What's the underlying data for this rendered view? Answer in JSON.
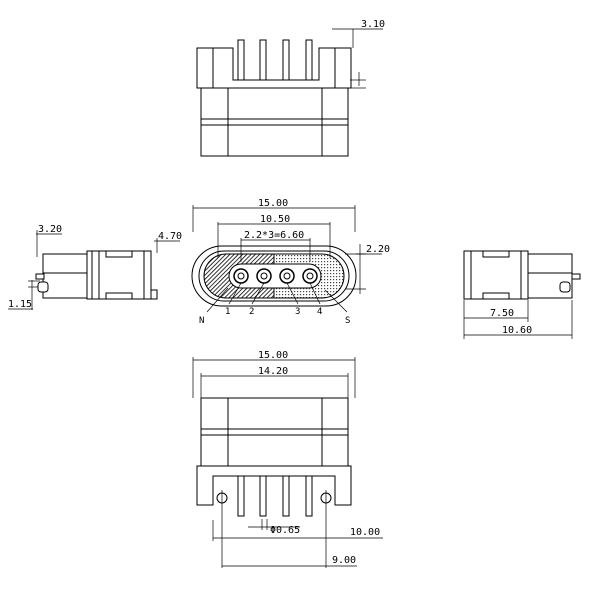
{
  "dimensions": {
    "top_view_right": "3.10",
    "front_overall_width": "15.00",
    "front_inner_width": "10.50",
    "front_pin_pitch": "2.2*3=6.60",
    "front_side_offset": "2.20",
    "left_top_width": "3.20",
    "left_right_height": "4.70",
    "left_bottom": "1.15",
    "right_inner_width": "7.50",
    "right_overall_width": "10.60",
    "bottom_overall_width": "15.00",
    "bottom_inner_width": "14.20",
    "bottom_pin_diameter": "Φ0.65",
    "bottom_right_upper": "10.00",
    "bottom_right_lower": "9.00"
  },
  "pin_labels": {
    "n": "N",
    "p1": "1",
    "p2": "2",
    "p3": "3",
    "p4": "4",
    "s": "S"
  }
}
